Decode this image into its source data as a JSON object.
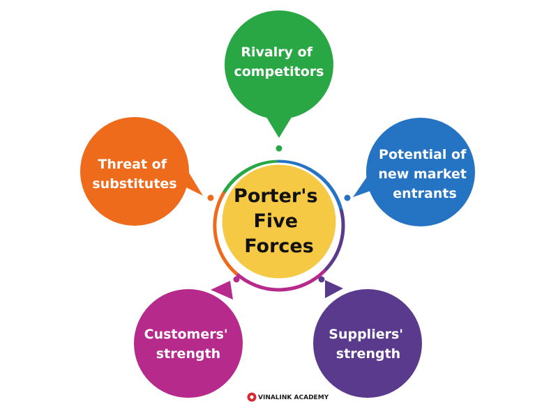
{
  "center": {
    "lines": [
      "Porter's",
      "Five",
      "Forces"
    ],
    "fill_color": "#F6C944"
  },
  "forces": [
    {
      "key": "rivalry",
      "lines": [
        "Rivalry of",
        "competitors"
      ],
      "color": "#29A745"
    },
    {
      "key": "new-entrants",
      "lines": [
        "Potential of",
        "new market",
        "entrants"
      ],
      "color": "#2574C4"
    },
    {
      "key": "suppliers",
      "lines": [
        "Suppliers'",
        "strength"
      ],
      "color": "#5A3A8C"
    },
    {
      "key": "customers",
      "lines": [
        "Customers'",
        "strength"
      ],
      "color": "#B62A8C"
    },
    {
      "key": "substitutes",
      "lines": [
        "Threat of",
        "substitutes"
      ],
      "color": "#EE6B1C"
    }
  ],
  "logo": {
    "text": "VINALINK ACADEMY",
    "icon": "vinalink-logo-icon",
    "color": "#D8262E"
  }
}
